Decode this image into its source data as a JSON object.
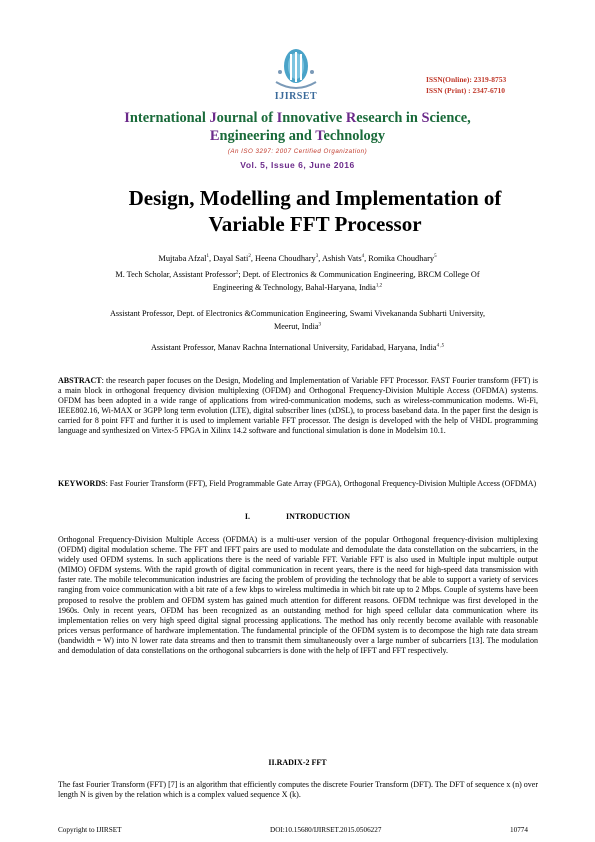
{
  "header": {
    "logo_text": "IJIRSET",
    "issn_online": "ISSN(Online): 2319-8753",
    "issn_print": "ISSN (Print) :  2347-6710",
    "journal_parts": [
      "I",
      "nternational ",
      "J",
      "ournal of ",
      "I",
      "nnovative ",
      "R",
      "esearch in ",
      "S",
      "cience,"
    ],
    "journal_line2_parts": [
      "E",
      "ngineering and ",
      "T",
      "echnology"
    ],
    "certified": "(An ISO 3297: 2007 Certified Organization)",
    "volume": "Vol. 5, Issue 6, June 2016"
  },
  "title_line1": "Design, Modelling and Implementation of",
  "title_line2": "Variable FFT Processor",
  "authors": [
    {
      "name": "Mujtaba Afzal",
      "sup": "1"
    },
    {
      "name": "Dayal Sati",
      "sup": "2"
    },
    {
      "name": "Heena Choudhary",
      "sup": "3"
    },
    {
      "name": "Ashish Vats",
      "sup": "4"
    },
    {
      "name": "Romika Choudhary",
      "sup": "5"
    }
  ],
  "affiliations": {
    "a1_line1": "M. Tech Scholar, Assistant Professor",
    "a1_sup": "2",
    "a1_line1_rest": "; Dept. of Electronics & Communication Engineering, BRCM College Of",
    "a1_line2": "Engineering & Technology, Bahal-Haryana, India",
    "a1_line2_sup": "1,2",
    "a2_line1": "Assistant Professor, Dept. of Electronics &Communication Engineering, Swami Vivekananda Subharti University,",
    "a2_line2": "Meerut, India",
    "a2_line2_sup": "3",
    "a3_line": "Assistant Professor, Manav Rachna International University, Faridabad, Haryana, India",
    "a3_sup": "4 ,5"
  },
  "abstract": {
    "label": "ABSTRACT",
    "text": ": the research paper focuses on the Design, Modeling and Implementation of Variable FFT Processor. FAST Fourier transform (FFT) is a main block in orthogonal frequency division multiplexing (OFDM) and Orthogonal Frequency-Division Multiple Access (OFDMA) systems. OFDM has been adopted in a wide range of applications from wired-communication modems, such as wireless-communication modems. Wi-Fi, IEEE802.16, Wi-MAX or 3GPP long term evolution (LTE), digital subscriber lines (xDSL), to process baseband data. In the paper first the design is carried for 8 point FFT and further it is used to implement variable FFT processor. The design is developed with the help of VHDL programming language and synthesized on Virtex-5 FPGA in Xilinx 14.2 software and functional simulation is done in Modelsim 10.1."
  },
  "keywords": {
    "label": "KEYWORDS",
    "text": ": Fast Fourier Transform (FFT), Field Programmable Gate Array (FPGA), Orthogonal Frequency-Division Multiple Access (OFDMA)"
  },
  "section1": {
    "number": "I.",
    "title": "INTRODUCTION"
  },
  "intro_text": "Orthogonal Frequency-Division Multiple Access (OFDMA) is a multi-user version of the popular Orthogonal frequency-division multiplexing (OFDM) digital modulation scheme. The FFT and IFFT pairs are used to modulate and demodulate the data constellation on the subcarriers, in the widely used OFDM systems. In such applications there is the need of variable FFT.  Variable FFT is also used in Multiple input multiple output (MIMO) OFDM systems. With the rapid growth of digital communication in recent years, there is the need for high-speed data transmission with faster rate. The mobile telecommunication industries are facing the problem of providing the technology that be able to support a variety of services ranging from voice communication with a bit rate of a few kbps to wireless multimedia in which bit rate up to 2 Mbps. Couple of systems have been proposed to resolve the problem and OFDM system has gained much attention for different reasons. OFDM technique was first developed in the 1960s. Only in recent years, OFDM has been recognized as an outstanding method for high speed cellular data communication where its implementation relies on very high speed digital signal processing applications. The method has only recently become available with reasonable prices versus performance of hardware implementation. The fundamental principle of the OFDM system is to decompose the high rate data stream (bandwidth = W) into N lower rate data streams and then to transmit them simultaneously over a large number of subcarriers [13]. The modulation and demodulation of data constellations on the orthogonal subcarriers is done with the help of IFFT and FFT respectively.",
  "section2": {
    "title": "II.RADIX-2 FFT"
  },
  "radix_text": "The fast Fourier Transform (FFT) [7] is an algorithm that efficiently computes the discrete Fourier Transform (DFT). The DFT of sequence x (n) over length N is given by the relation which is a complex valued sequence X (k).",
  "footer": {
    "left": "Copyright to IJIRSET",
    "center": "DOI:10.15680/IJIRSET.2015.0506227",
    "right": "10774"
  }
}
